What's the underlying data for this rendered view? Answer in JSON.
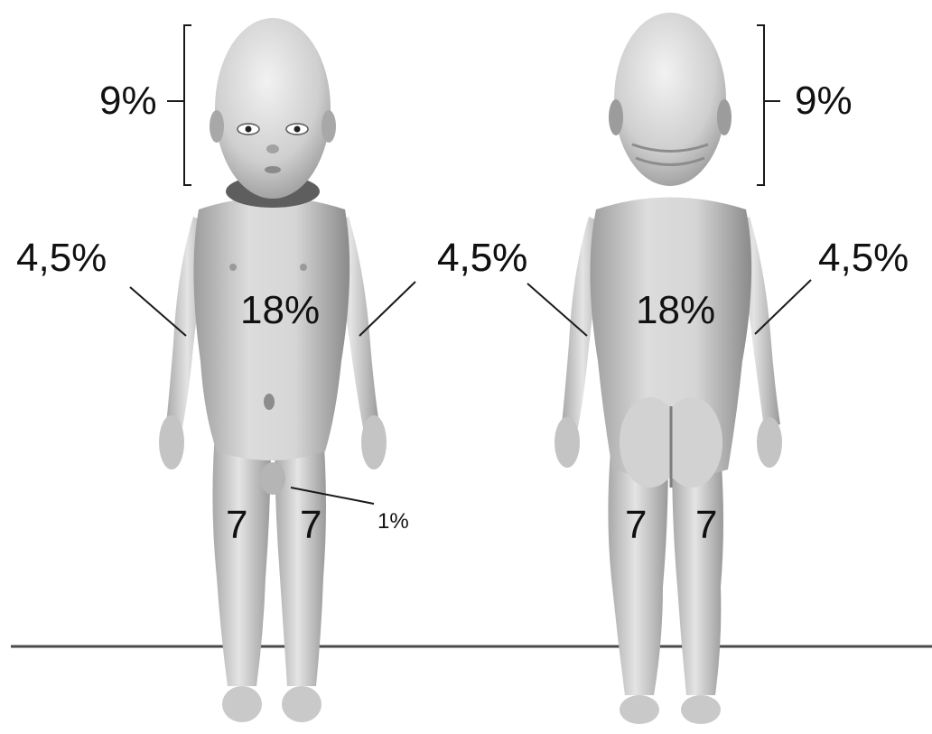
{
  "front": {
    "head": "9%",
    "right_arm": "4,5%",
    "left_arm": "4,5%",
    "trunk": "18%",
    "genitals": "1%",
    "right_leg": "7",
    "left_leg": "7"
  },
  "back": {
    "head": "9%",
    "right_arm": "4,5%",
    "left_arm": "4,5%",
    "trunk": "18%",
    "right_leg": "7",
    "left_leg": "7"
  },
  "colors": {
    "skin_light": "#e9e9e9",
    "skin_mid": "#bdbdbd",
    "skin_dark": "#7a7a7a",
    "line": "#1a1a1a"
  }
}
